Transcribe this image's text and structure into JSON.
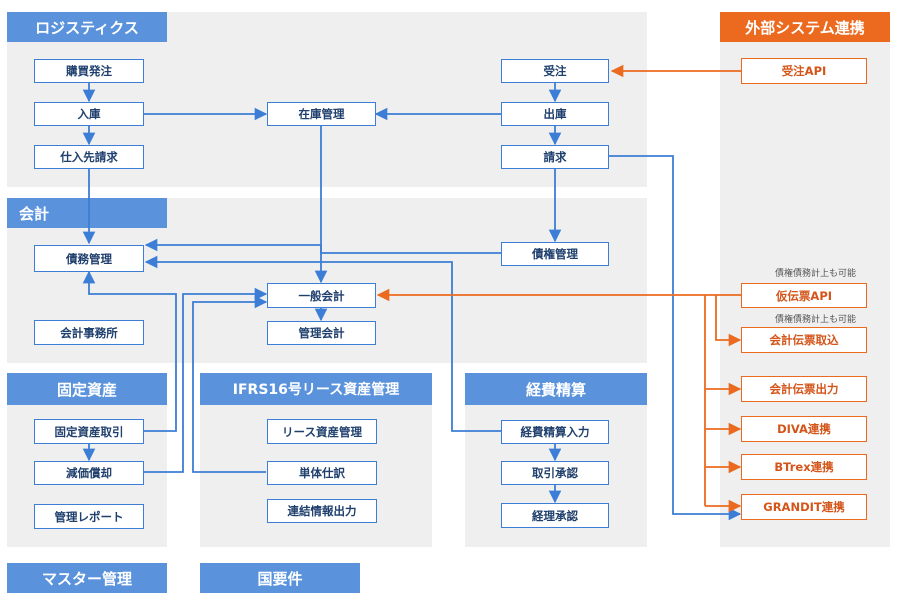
{
  "sections": {
    "logistics": "ロジスティクス",
    "accounting": "会計",
    "fixed_assets": "固定資産",
    "ifrs16": "IFRS16号リース資産管理",
    "expense": "経費精算",
    "external": "外部システム連携",
    "master": "マスター管理",
    "national": "国要件"
  },
  "nodes": {
    "purchase_order": "購買発注",
    "receiving": "入庫",
    "supplier_invoice": "仕入先請求",
    "inventory": "在庫管理",
    "order": "受注",
    "shipping": "出庫",
    "billing": "請求",
    "debt_mgmt": "債務管理",
    "receivable_mgmt": "債権管理",
    "general_ledger": "一般会計",
    "management_acct": "管理会計",
    "accounting_office": "会計事務所",
    "fa_acquisition": "固定資産取引",
    "depreciation": "減価償却",
    "mgmt_report": "管理レポート",
    "lease_asset": "リース資産管理",
    "single_entry": "単体仕訳",
    "consolidation_output": "連結情報出力",
    "expense_input": "経費精算入力",
    "trade_approval": "取引承認",
    "accounting_approval": "経理承認",
    "order_api": "受注API",
    "voucher_api": "仮伝票API",
    "voucher_import": "会計伝票取込",
    "voucher_export": "会計伝票出力",
    "diva": "DIVA連携",
    "btrex": "BTrex連携",
    "grandit": "GRANDIT連携"
  },
  "notes": {
    "note1": "債権債務計上も可能",
    "note2": "債権債務計上も可能"
  },
  "colors": {
    "blue": "#3c7ed6",
    "orange": "#ec6a1f",
    "panel": "#efefef"
  }
}
